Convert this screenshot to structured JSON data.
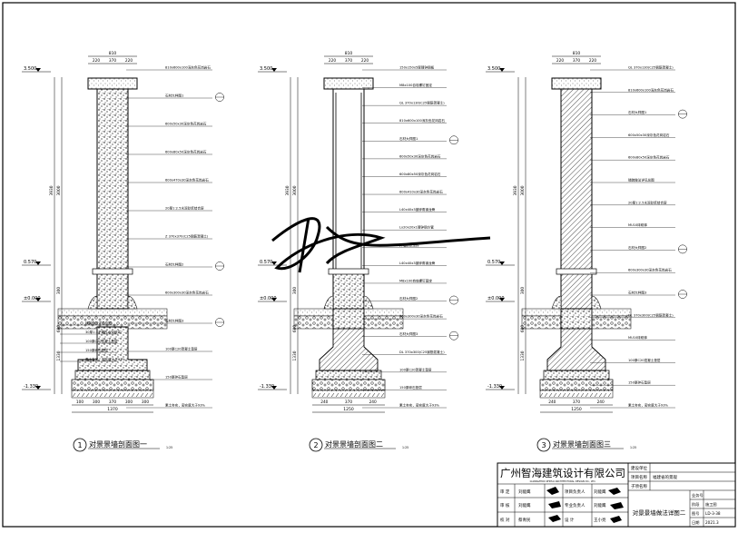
{
  "sections": [
    {
      "id": "s1",
      "number": "1",
      "title": "对景景墙剖面图一",
      "scale": "1:25",
      "top_dims": {
        "total": "810",
        "parts": [
          "220",
          "370",
          "220"
        ]
      },
      "bottom_dims": {
        "total": "1370",
        "parts": [
          "100",
          "300",
          "370",
          "300",
          "300"
        ]
      },
      "elevations": [
        "3.500",
        "0.570",
        "±0.000",
        "-1.330"
      ],
      "side_dims": [
        "3000",
        "3930",
        "300",
        "600",
        "1330"
      ],
      "labels": [
        "810x600x100深灰色花岗岩石",
        "石材大样图1",
        "600x50x30深灰色花岗岩石",
        "600x80x50深灰色花岗岩石",
        "600x470x30深灰色花岗岩石",
        "20厚1:2.5水泥砂浆结合层",
        "Z 370x370(C25钢筋混凝土)",
        "石材大样图2",
        "600x300x30深灰色花岗岩石",
        "石材大样图3",
        "100厚C20混凝土垫层",
        "150厚碎石垫层",
        "素土夯实，密实度大于93%"
      ],
      "labels_left": [
        "铺装做法详见总图",
        "30厚1:3干硬性水泥砂浆",
        "100厚C20混凝土垫层",
        "150厚碎石垫层",
        "素土夯实，密实度大于93%"
      ]
    },
    {
      "id": "s2",
      "number": "2",
      "title": "对景景墙剖面图二",
      "scale": "1:25",
      "top_dims": {
        "total": "810",
        "parts": [
          "220",
          "370",
          "220"
        ]
      },
      "bottom_dims": {
        "total": "1250",
        "parts": [
          "240",
          "370",
          "240"
        ]
      },
      "elevations": [
        "3.500",
        "0.570",
        "±0.000",
        "-1.330"
      ],
      "side_dims": [
        "3000",
        "3930",
        "300",
        "600",
        "1330"
      ],
      "labels": [
        "150x150x5厚镀锌钢板",
        "M8x100自攻螺钉固定",
        "QL 370x130(C25钢筋混凝土)",
        "810x600x100深灰色花岗岩石",
        "石材大样图1",
        "600x50x30深灰色花岗岩石",
        "600x80x50深灰色花岗岩石",
        "600x410x30深灰色花岗岩石",
        "L40x40x3镀锌角钢龙骨",
        "Lx20x20x1镀锌钢方管",
        "外墙防水涂料",
        "L40x40x3镀锌角钢龙骨",
        "M8x100自攻螺钉固定",
        "石材大样图2",
        "600x300x30深灰色花岗岩石",
        "石材大样图3",
        "DL 370x300(C25钢筋混凝土)",
        "100厚C20混凝土垫层",
        "150厚碎石垫层",
        "素土夯实，密实度大于93%"
      ]
    },
    {
      "id": "s3",
      "number": "3",
      "title": "对景景墙剖面图三",
      "scale": "1:25",
      "top_dims": {
        "total": "810",
        "parts": [
          "220",
          "370",
          "220"
        ]
      },
      "bottom_dims": {
        "total": "1250",
        "parts": [
          "240",
          "370",
          "240"
        ]
      },
      "elevations": [
        "3.500",
        "0.570",
        "±0.000",
        "-1.330"
      ],
      "side_dims": [
        "3000",
        "3930",
        "300",
        "600",
        "1330"
      ],
      "labels": [
        "QL 370x130(C25钢筋混凝土)",
        "810x600x100深灰色花岗岩石",
        "石材大样图1",
        "600x50x30深灰色花岗岩石",
        "600x80x50深灰色花岗岩石",
        "铺装做法详见总图",
        "20厚1:2.5水泥砂浆结合层",
        "MU10砖砌体",
        "石材大样图2",
        "600x300x30深灰色花岗岩石",
        "石材大样图3",
        "DL 370x300(C25钢筋混凝土)",
        "MU10砖砌体",
        "100厚C20混凝土垫层",
        "150厚碎石垫层",
        "素土夯实，密实度大于93%"
      ]
    }
  ],
  "title_block": {
    "company_cn": "广州智海建筑设计有限公司",
    "company_en": "GUANGZHOU ZHIHAI ARCHITECTURAL DESIGN CO., LTD.",
    "rows_left": [
      {
        "label": "审  定",
        "person": "刘能鹰",
        "role": "项目负责人",
        "person2": "刘能鹰"
      },
      {
        "label": "审  核",
        "person": "刘能鹰",
        "role": "专业负责人",
        "person2": "刘能鹰"
      },
      {
        "label": "校  对",
        "person": "蔡青民",
        "role": "设    计",
        "person2": "王小亮"
      }
    ],
    "project_label": "建设单位",
    "project_name_label": "项目名称",
    "project_name": "福建省的景观",
    "subitem_label": "子项名称",
    "drawing_title": "对景景墙做法详图二",
    "right_fields": [
      {
        "label": "业务号",
        "value": ""
      },
      {
        "label": "阶段",
        "value": "施工图"
      },
      {
        "label": "图号",
        "value": "LD-3-38"
      },
      {
        "label": "日期",
        "value": "2021.3"
      }
    ]
  }
}
